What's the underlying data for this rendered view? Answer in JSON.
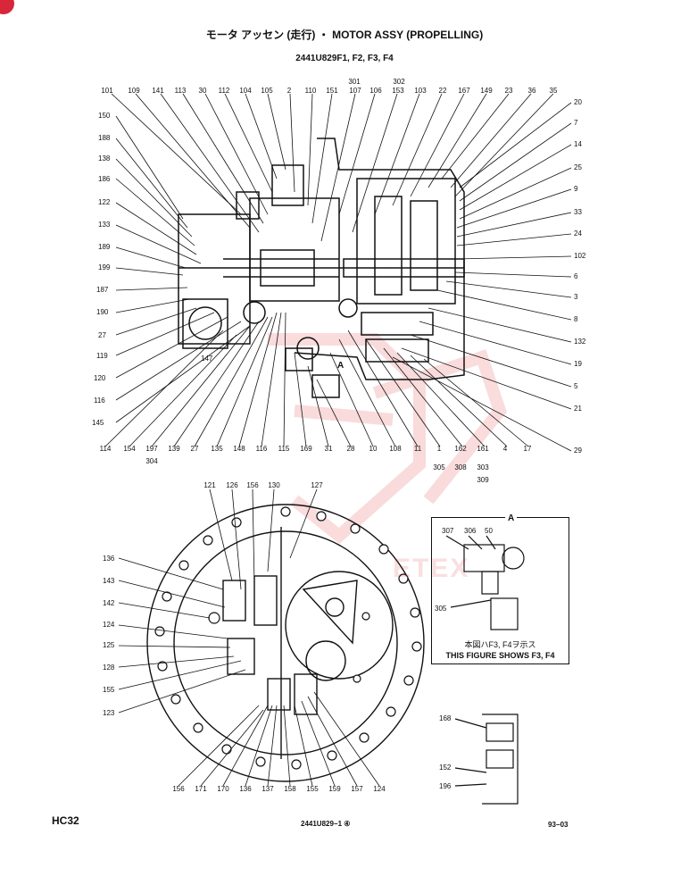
{
  "title": "モータ アッセン (走行) ・ MOTOR ASSY (PROPELLING)",
  "part_number": "2441U829F1, F2, F3, F4",
  "footer": {
    "left": "HC32",
    "center": "2441U829−1 ④",
    "right": "93−03"
  },
  "inset": {
    "marker": "A",
    "caption_jp": "本図ハF3, F4ヲ示ス",
    "caption_en": "THIS FIGURE SHOWS  F3, F4"
  },
  "watermark": "ETEX",
  "view_marker": "A",
  "colors": {
    "line": "#111111",
    "watermark": "#e0262b",
    "badge": "#d8263a"
  },
  "callouts": {
    "top_row": [
      "101",
      "109",
      "141",
      "113",
      "30",
      "112",
      "104",
      "105",
      "2",
      "110",
      "151",
      "107",
      "106",
      "153",
      "103",
      "22",
      "167",
      "149",
      "23",
      "36",
      "35"
    ],
    "top_extra": [
      "301",
      "302"
    ],
    "left_col": [
      "150",
      "188",
      "138",
      "186",
      "122",
      "133",
      "189",
      "199",
      "187",
      "190",
      "27",
      "119",
      "120",
      "116",
      "145",
      "147"
    ],
    "right_col": [
      "20",
      "7",
      "14",
      "25",
      "9",
      "33",
      "24",
      "102",
      "6",
      "3",
      "8",
      "132",
      "19",
      "5",
      "21",
      "29"
    ],
    "bottom_row": [
      "114",
      "154",
      "197",
      "139",
      "27",
      "135",
      "148",
      "116",
      "115",
      "169",
      "31",
      "28",
      "10",
      "108",
      "11",
      "1",
      "162",
      "161",
      "4",
      "17"
    ],
    "bottom_sub": [
      "304",
      "305",
      "308",
      "303",
      "309"
    ],
    "lower_top": [
      "121",
      "126",
      "156",
      "130",
      "127"
    ],
    "lower_left": [
      "136",
      "143",
      "142",
      "124",
      "125",
      "128",
      "155",
      "123"
    ],
    "lower_bottom": [
      "156",
      "171",
      "170",
      "136",
      "137",
      "158",
      "155",
      "159",
      "157",
      "124"
    ],
    "inset_labels": [
      "307",
      "306",
      "50",
      "305"
    ],
    "side_labels": [
      "168",
      "152",
      "196"
    ]
  }
}
